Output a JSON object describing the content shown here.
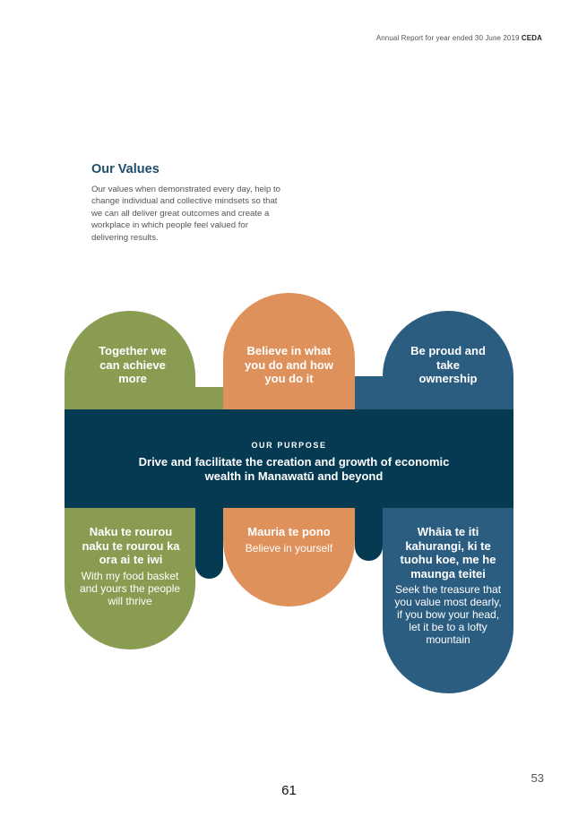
{
  "header": {
    "report_text": "Annual Report for year ended 30 June 2019",
    "org": "CEDA"
  },
  "values": {
    "title": "Our Values",
    "intro": "Our values when demonstrated every day, help to change individual and collective mindsets so that we can all deliver great outcomes and create a workplace in which people feel valued for delivering results."
  },
  "top_values": [
    {
      "text": "Together we can achieve more",
      "color": "#8a9b52"
    },
    {
      "text": "Believe in what you do and how you do it",
      "color": "#df915b"
    },
    {
      "text": "Be proud and take ownership",
      "color": "#2b5d80"
    }
  ],
  "purpose": {
    "label": "OUR PURPOSE",
    "text": "Drive and facilitate the creation and growth of economic wealth in Manawatū and beyond",
    "color": "#063a52"
  },
  "bottom_values": [
    {
      "maori": "Naku te rourou naku te rourou ka ora ai te iwi",
      "english": "With my food basket and yours the people will thrive",
      "color": "#8a9b52"
    },
    {
      "maori": "Mauria te pono",
      "english": "Believe in yourself",
      "color": "#df915b"
    },
    {
      "maori": "Whāia te iti kahurangi, ki te tuohu koe, me he maunga teitei",
      "english": "Seek the treasure that you value most dearly, if you bow your head, let it be to a lofty mountain",
      "color": "#2b5d80"
    }
  ],
  "page_numbers": {
    "report_page": "53",
    "document_page": "61"
  }
}
